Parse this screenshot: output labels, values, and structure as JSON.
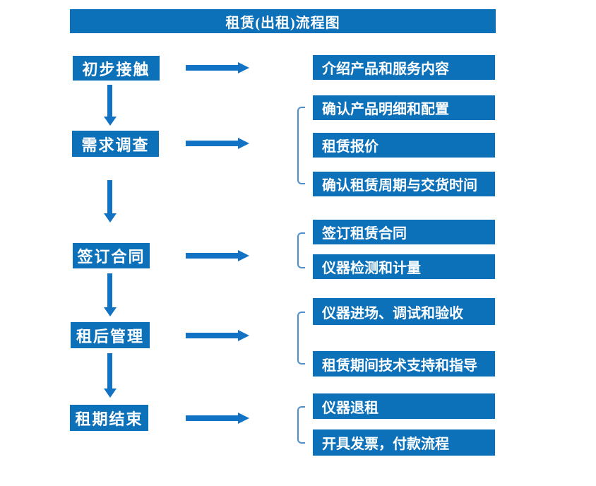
{
  "title": "租赁(出租)流程图",
  "colors": {
    "box_fill": "#0d71ba",
    "arrow": "#1273c4",
    "bracket": "#4e8fd0",
    "text": "#ffffff",
    "background": "#ffffff"
  },
  "flow": [
    {
      "stage": "初步接触",
      "details": [
        "介绍产品和服务内容"
      ]
    },
    {
      "stage": "需求调查",
      "details": [
        "确认产品明细和配置",
        "租赁报价",
        "确认租赁周期与交货时间"
      ]
    },
    {
      "stage": "签订合同",
      "details": [
        "签订租赁合同",
        "仪器检测和计量"
      ]
    },
    {
      "stage": "租后管理",
      "details": [
        "仪器进场、调试和验收",
        "租赁期间技术支持和指导"
      ]
    },
    {
      "stage": "租期结束",
      "details": [
        "仪器退租",
        "开具发票，付款流程"
      ]
    }
  ]
}
